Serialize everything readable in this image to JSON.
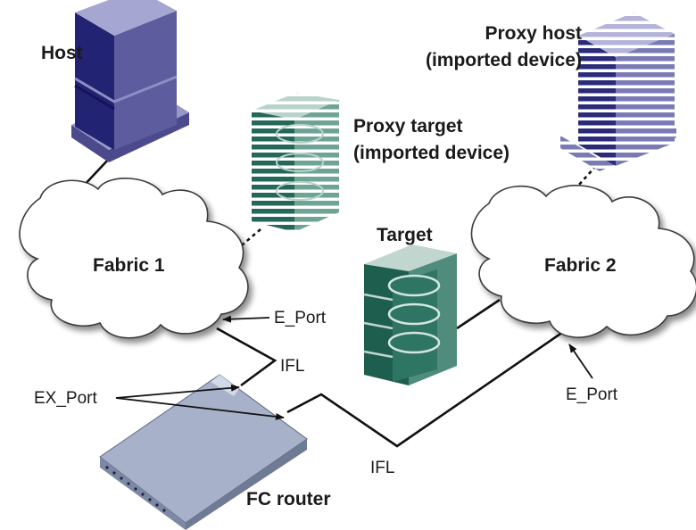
{
  "labels": {
    "host": "Host",
    "proxy_host_line1": "Proxy host",
    "proxy_host_line2": "(imported device)",
    "proxy_target_line1": "Proxy target",
    "proxy_target_line2": "(imported device)",
    "target": "Target",
    "fabric1": "Fabric 1",
    "fabric2": "Fabric 2",
    "e_port_left": "E_Port",
    "e_port_right": "E_Port",
    "ifl_upper": "IFL",
    "ifl_lower": "IFL",
    "ex_port": "EX_Port",
    "fc_router": "FC router"
  },
  "colors": {
    "host_front": "#232373",
    "host_side": "#5c5c9e",
    "host_top": "#a6a6d2",
    "storage_front": "#1e5e4e",
    "storage_side": "#4f8c7c",
    "storage_top": "#c0d6cf",
    "router_top": "#a7b1c9",
    "router_side": "#6f7a95",
    "cloud_fill": "#ffffff",
    "cloud_stroke": "#3a3a3a"
  }
}
